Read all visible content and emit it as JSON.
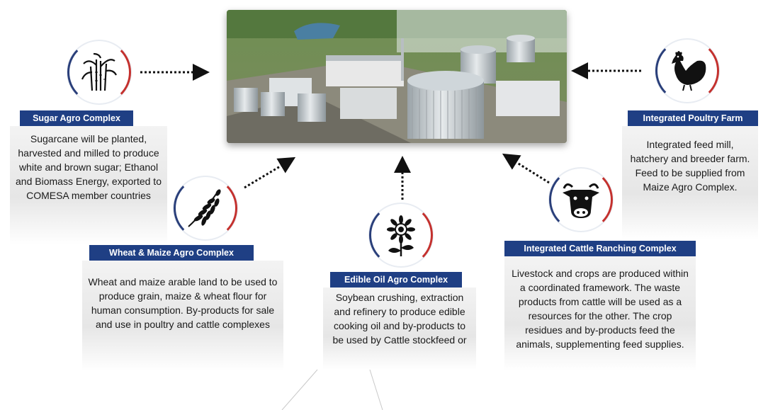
{
  "central_image": {
    "alt_subject": "agro-processing-plant"
  },
  "complexes": [
    {
      "id": "sugar",
      "title": "Sugar Agro Complex",
      "description": "Sugarcane will be planted, harvested and milled to produce white and brown sugar; Ethanol and Biomass Energy, exported to COMESA member countries",
      "icon": "sugarcane-icon"
    },
    {
      "id": "wheat",
      "title": "Wheat & Maize Agro Complex",
      "description": "Wheat and maize arable land to be used to produce grain, maize & wheat flour for human consumption. By-products for sale and use in poultry and cattle complexes",
      "icon": "wheat-icon"
    },
    {
      "id": "oil",
      "title": "Edible Oil Agro Complex",
      "description": "Soybean crushing, extraction and refinery to produce edible cooking oil and by-products to be used by Cattle stockfeed or",
      "icon": "sunflower-icon"
    },
    {
      "id": "cattle",
      "title": "Integrated Cattle Ranching Complex",
      "description": "Livestock and crops are produced within a coordinated framework. The waste products from cattle will be used as a resources for the other. The crop residues and by-products feed the animals, supplementing feed supplies.",
      "icon": "cow-icon"
    },
    {
      "id": "poultry",
      "title": "Integrated Poultry Farm",
      "description": "Integrated feed mill, hatchery and breeder farm. Feed to be supplied from Maize Agro Complex.",
      "icon": "chicken-icon"
    }
  ],
  "colors": {
    "title_bar": "#1f3f84",
    "ring_left": "#2a3f7a",
    "ring_right": "#c4312e",
    "arrow": "#111111"
  }
}
